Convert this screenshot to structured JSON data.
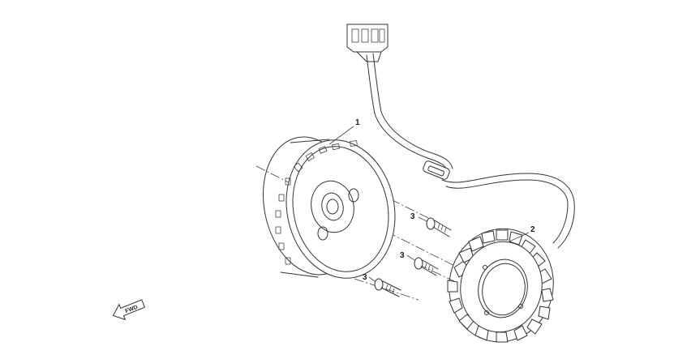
{
  "callouts": {
    "flywheel": "1",
    "stator": "2",
    "bolt_upper": "3",
    "bolt_middle": "3",
    "bolt_lower": "3"
  },
  "direction_marker": {
    "label": "FWD"
  },
  "icons": {
    "direction": "fwd-arrow-icon",
    "connector": "wire-connector-icon"
  },
  "colors": {
    "line": "#333333",
    "background": "#ffffff"
  }
}
